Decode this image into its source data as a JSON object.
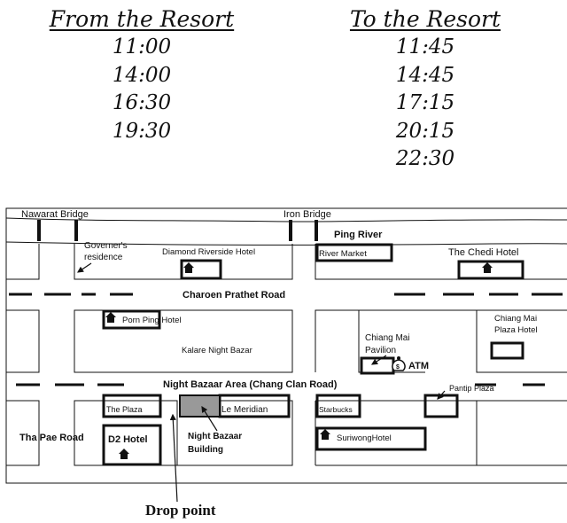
{
  "schedule": {
    "from": {
      "title": "From the Resort",
      "times": [
        "11:00",
        "14:00",
        "16:30",
        "19:30"
      ]
    },
    "to": {
      "title": "To the Resort",
      "times": [
        "11:45",
        "14:45",
        "17:15",
        "20:15",
        "22:30"
      ]
    }
  },
  "map": {
    "labels": {
      "nawarat_bridge": "Nawarat Bridge",
      "iron_bridge": "Iron Bridge",
      "ping_river": "Ping River",
      "governor_1": "Governer's",
      "governor_2": "residence",
      "diamond_riverside": "Diamond Riverside Hotel",
      "river_market": "River Market",
      "chedi": "The Chedi Hotel",
      "charoen_prathet": "Charoen Prathet Road",
      "porn_ping": "Porn Ping Hotel",
      "kalare": "Kalare Night Bazar",
      "pavilion_1": "Chiang Mai",
      "pavilion_2": "Pavilion",
      "plaza_hotel_1": "Chiang Mai",
      "plaza_hotel_2": "Plaza Hotel",
      "atm": "ATM",
      "night_bazaar_area": "Night Bazaar Area (Chang Clan Road)",
      "pantip": "Pantip Plaza",
      "the_plaza": "The Plaza",
      "le_meridian": "Le Meridian",
      "starbucks": "Starbucks",
      "tha_pae": "Tha Pae Road",
      "d2_hotel": "D2 Hotel",
      "nb_building_1": "Night Bazaar",
      "nb_building_2": "Building",
      "suriwong": "SuriwongHotel"
    },
    "drop_point": "Drop point"
  }
}
